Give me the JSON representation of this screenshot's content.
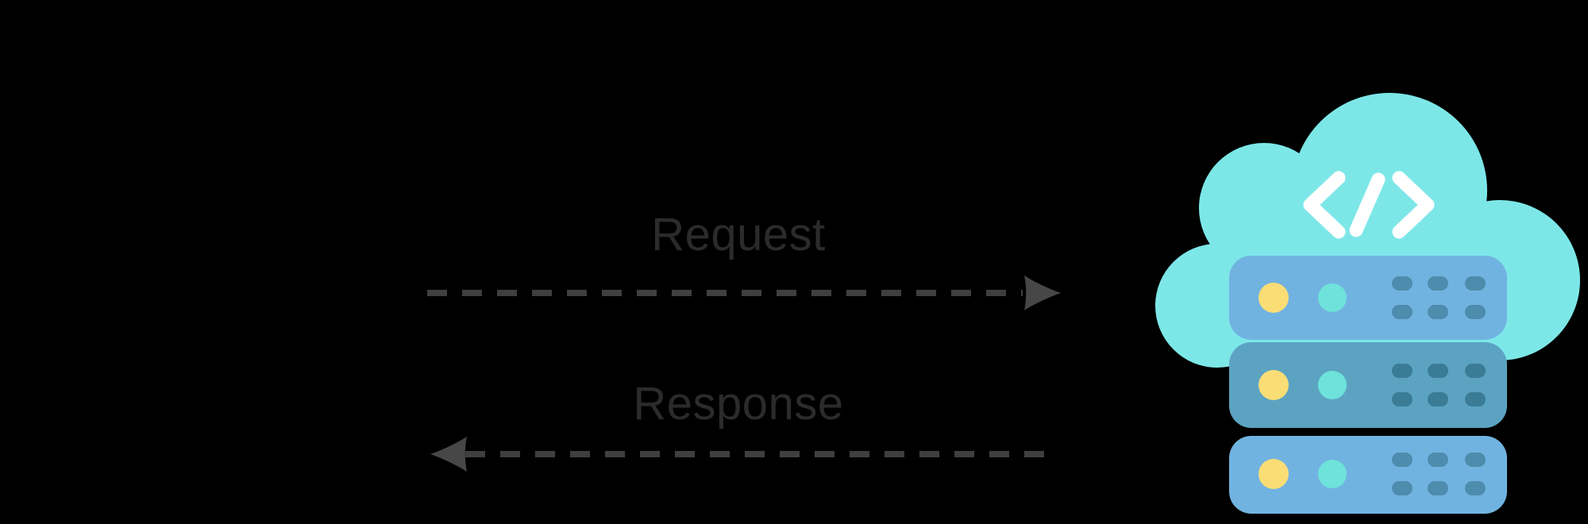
{
  "diagram": {
    "title": "client-server request response flow",
    "request_label": "Request",
    "response_label": "Response"
  },
  "icons": {
    "cloud": "cloud-hosting-icon",
    "code": "code-brackets-icon",
    "servers": "server-rack-stack-icon"
  },
  "colors": {
    "background": "#000000",
    "label_text": "#2b2b2b",
    "dash": "#3f3f3f",
    "arrowhead": "#474747",
    "cloud": "#7de7e8",
    "rack_light": "#71b3e0",
    "rack_dark": "#5ca3c2",
    "led_yellow": "#fbdd76",
    "led_teal": "#6ee2db",
    "vent_light_rack": "#4d8cac",
    "vent_dark_rack": "#3a7c96",
    "code_symbol": "#ffffff"
  }
}
